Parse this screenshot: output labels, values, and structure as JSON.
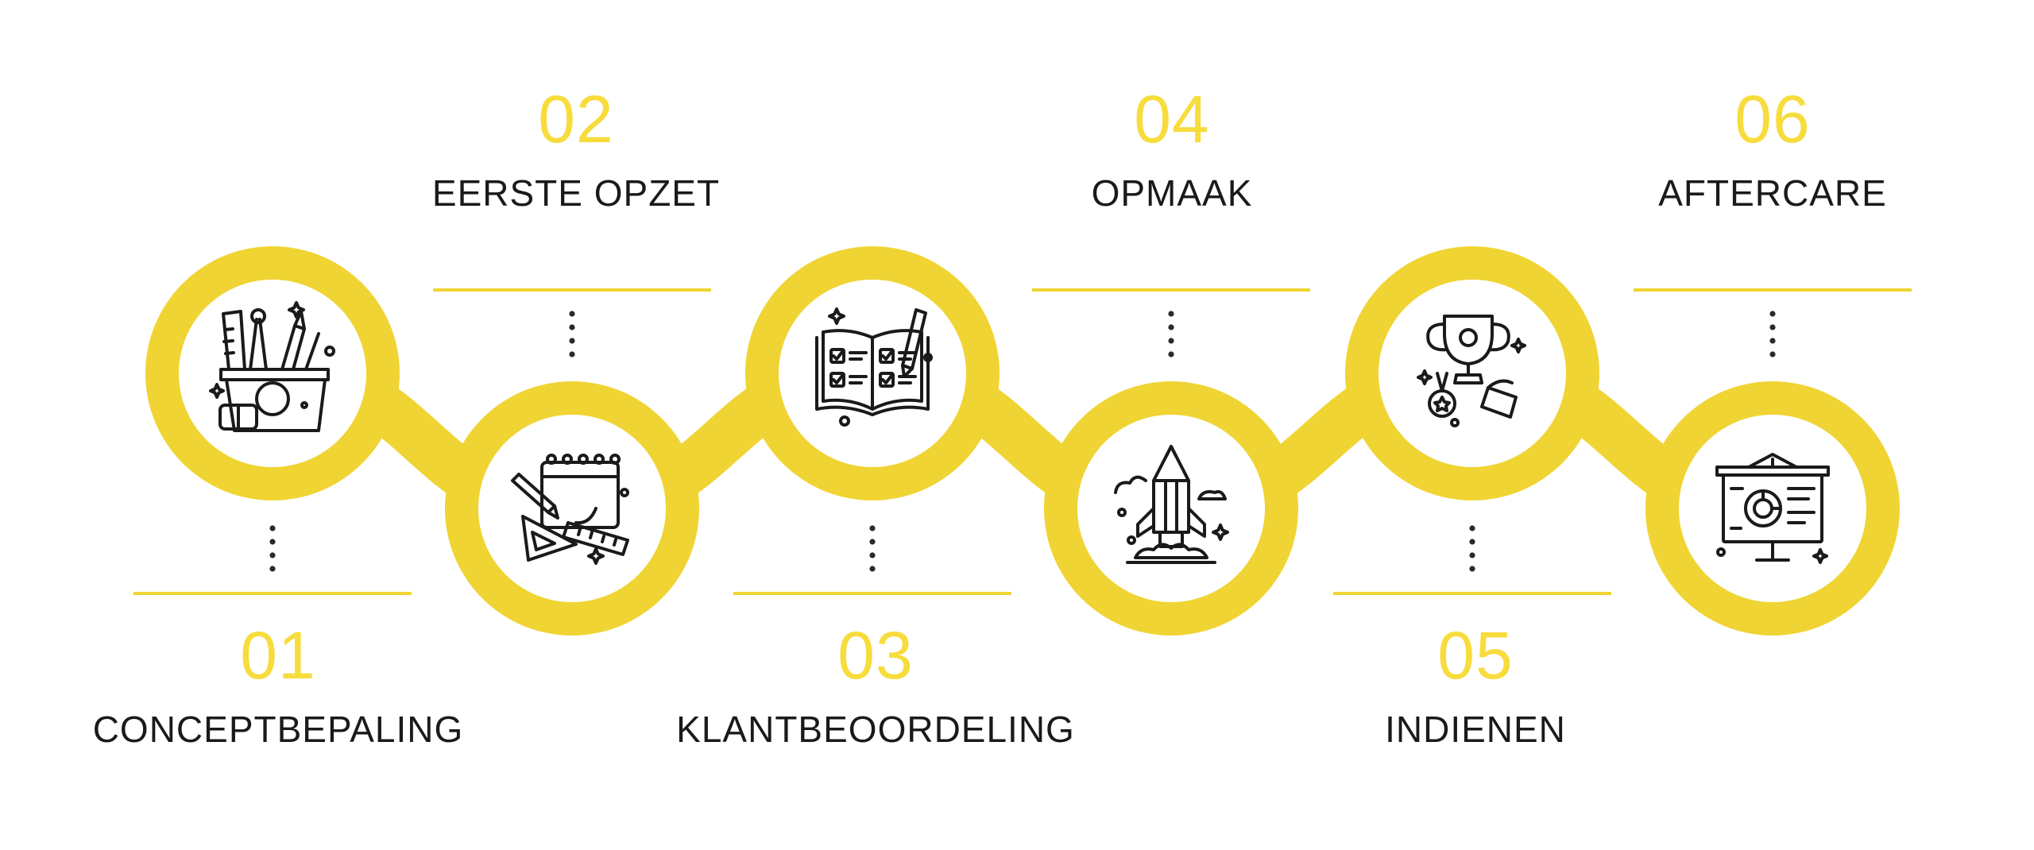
{
  "colors": {
    "accent": "#F0D433",
    "number": "#F7DC3C",
    "text": "#1a1a1a",
    "icon": "#1a1a1a"
  },
  "steps": [
    {
      "number": "01",
      "title": "CONCEPTBEPALING",
      "icon": "art-supplies-basket-icon"
    },
    {
      "number": "02",
      "title": "EERSTE OPZET",
      "icon": "calendar-pencil-ruler-icon"
    },
    {
      "number": "03",
      "title": "KLANTBEOORDELING",
      "icon": "checklist-book-icon"
    },
    {
      "number": "04",
      "title": "OPMAAK",
      "icon": "pencil-rocket-icon"
    },
    {
      "number": "05",
      "title": "INDIENEN",
      "icon": "trophy-medal-icon"
    },
    {
      "number": "06",
      "title": "AFTERCARE",
      "icon": "presentation-board-icon"
    }
  ]
}
